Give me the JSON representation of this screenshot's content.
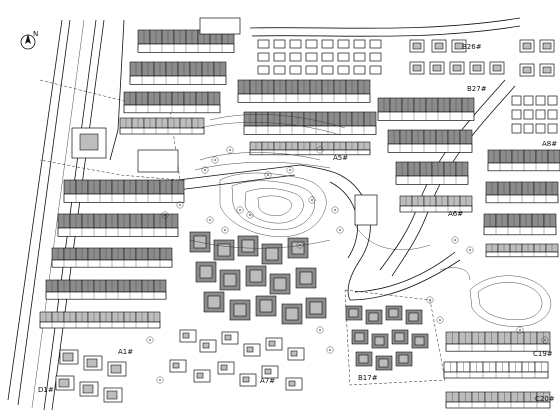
{
  "north_arrow": {
    "label": "N"
  },
  "building_labels": {
    "b26": "B26#",
    "b27": "B27#",
    "a5": "A5#",
    "a6": "A6#",
    "a7": "A7#",
    "a8": "A8#",
    "b17": "B17#",
    "c19": "C19#",
    "c20": "C20#",
    "d1": "D1#",
    "a1": "A1#"
  }
}
